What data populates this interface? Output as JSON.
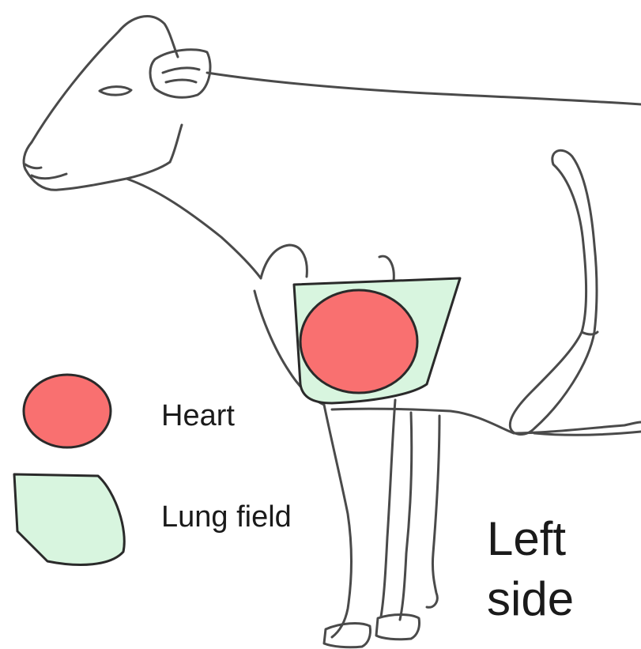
{
  "legend": {
    "heart_label": "Heart",
    "lung_label": "Lung field"
  },
  "side_label": {
    "line1": "Left",
    "line2": "side"
  },
  "colors": {
    "heart_fill": "#f97070",
    "lung_fill": "#d8f5df",
    "outline": "#4a4a4a",
    "shape_stroke": "#2a2a2a",
    "background": "#ffffff"
  }
}
